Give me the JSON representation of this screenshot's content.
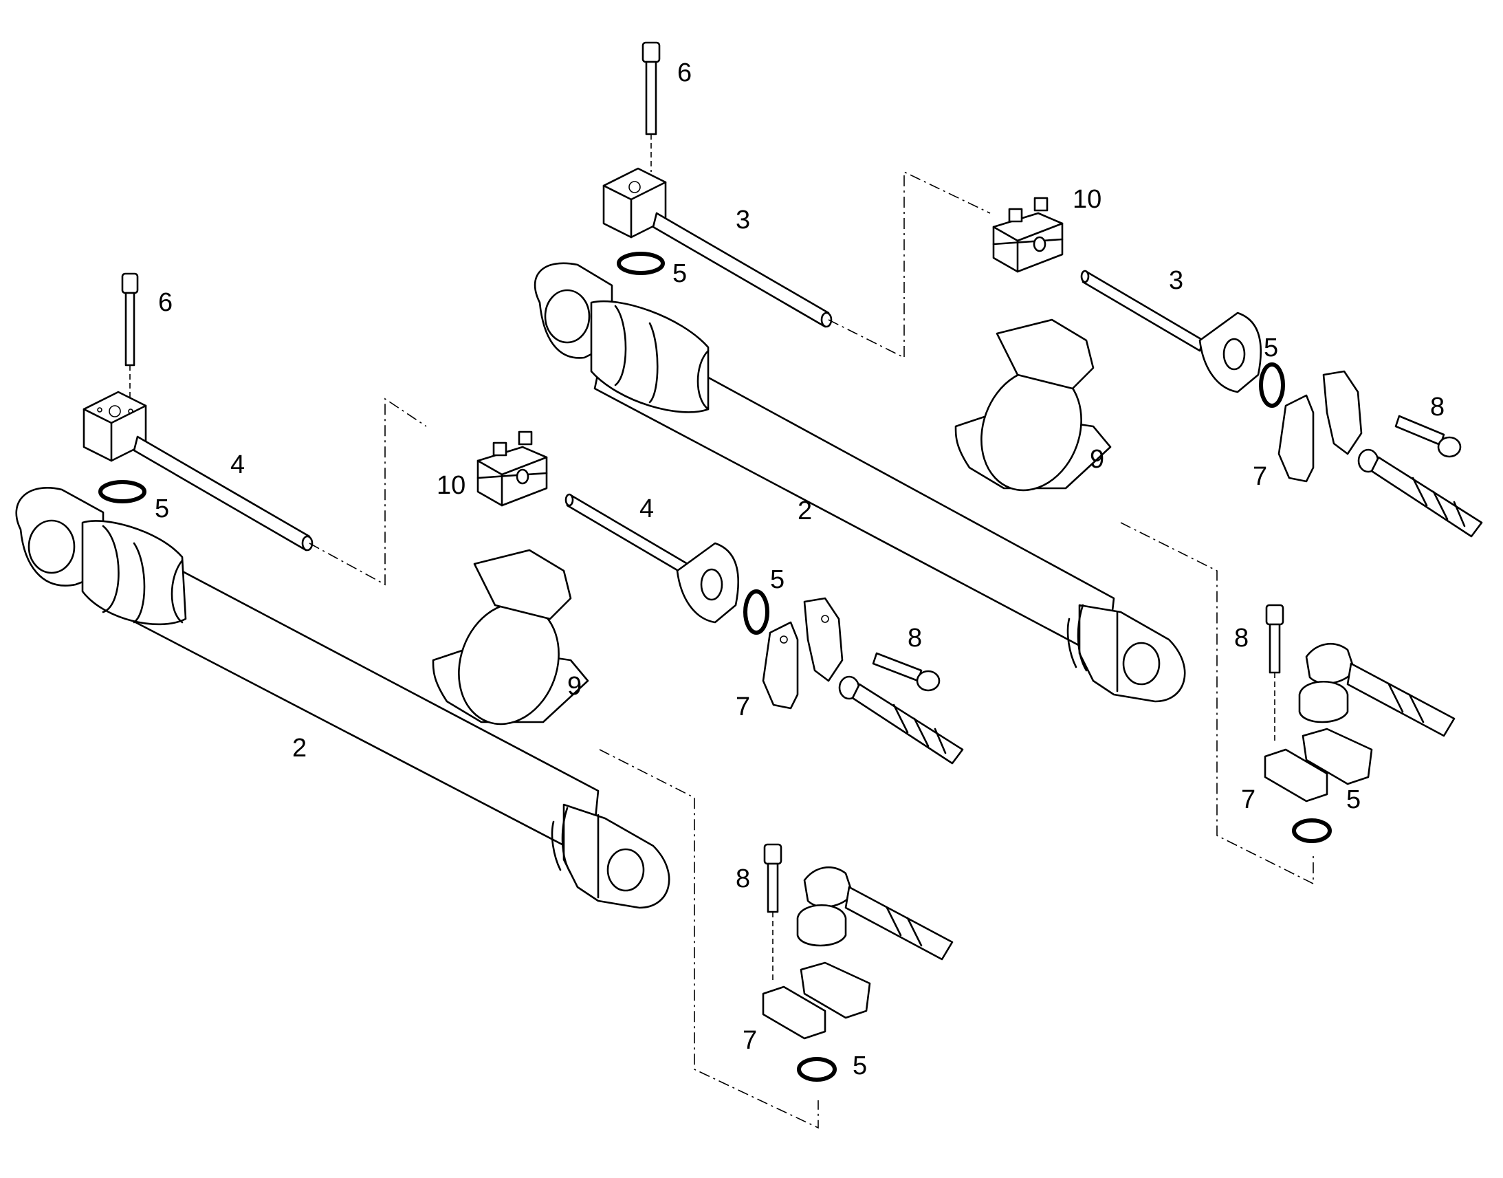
{
  "labels": {
    "top_bolt": "6",
    "top_pipe": "3",
    "top_oring": "5",
    "top_clamp_block": "10",
    "top_pipe_right": "3",
    "top_oring_flange": "5",
    "top_bolt_flange": "8",
    "top_clamp_halves": "7",
    "top_bracket": "9",
    "top_cylinder": "2",
    "top_bolt_elbow": "8",
    "top_clamp_halves_low": "7",
    "top_oring_low": "5",
    "bot_bolt": "6",
    "bot_pipe": "4",
    "bot_oring": "5",
    "bot_clamp_block": "10",
    "bot_pipe_right": "4",
    "bot_oring_flange": "5",
    "bot_bolt_flange": "8",
    "bot_clamp_halves": "7",
    "bot_bracket": "9",
    "bot_cylinder": "2",
    "bot_bolt_elbow": "8",
    "bot_clamp_halves_low": "7",
    "bot_oring_low": "5"
  },
  "colors": {
    "line": "#000000",
    "background": "#ffffff"
  }
}
